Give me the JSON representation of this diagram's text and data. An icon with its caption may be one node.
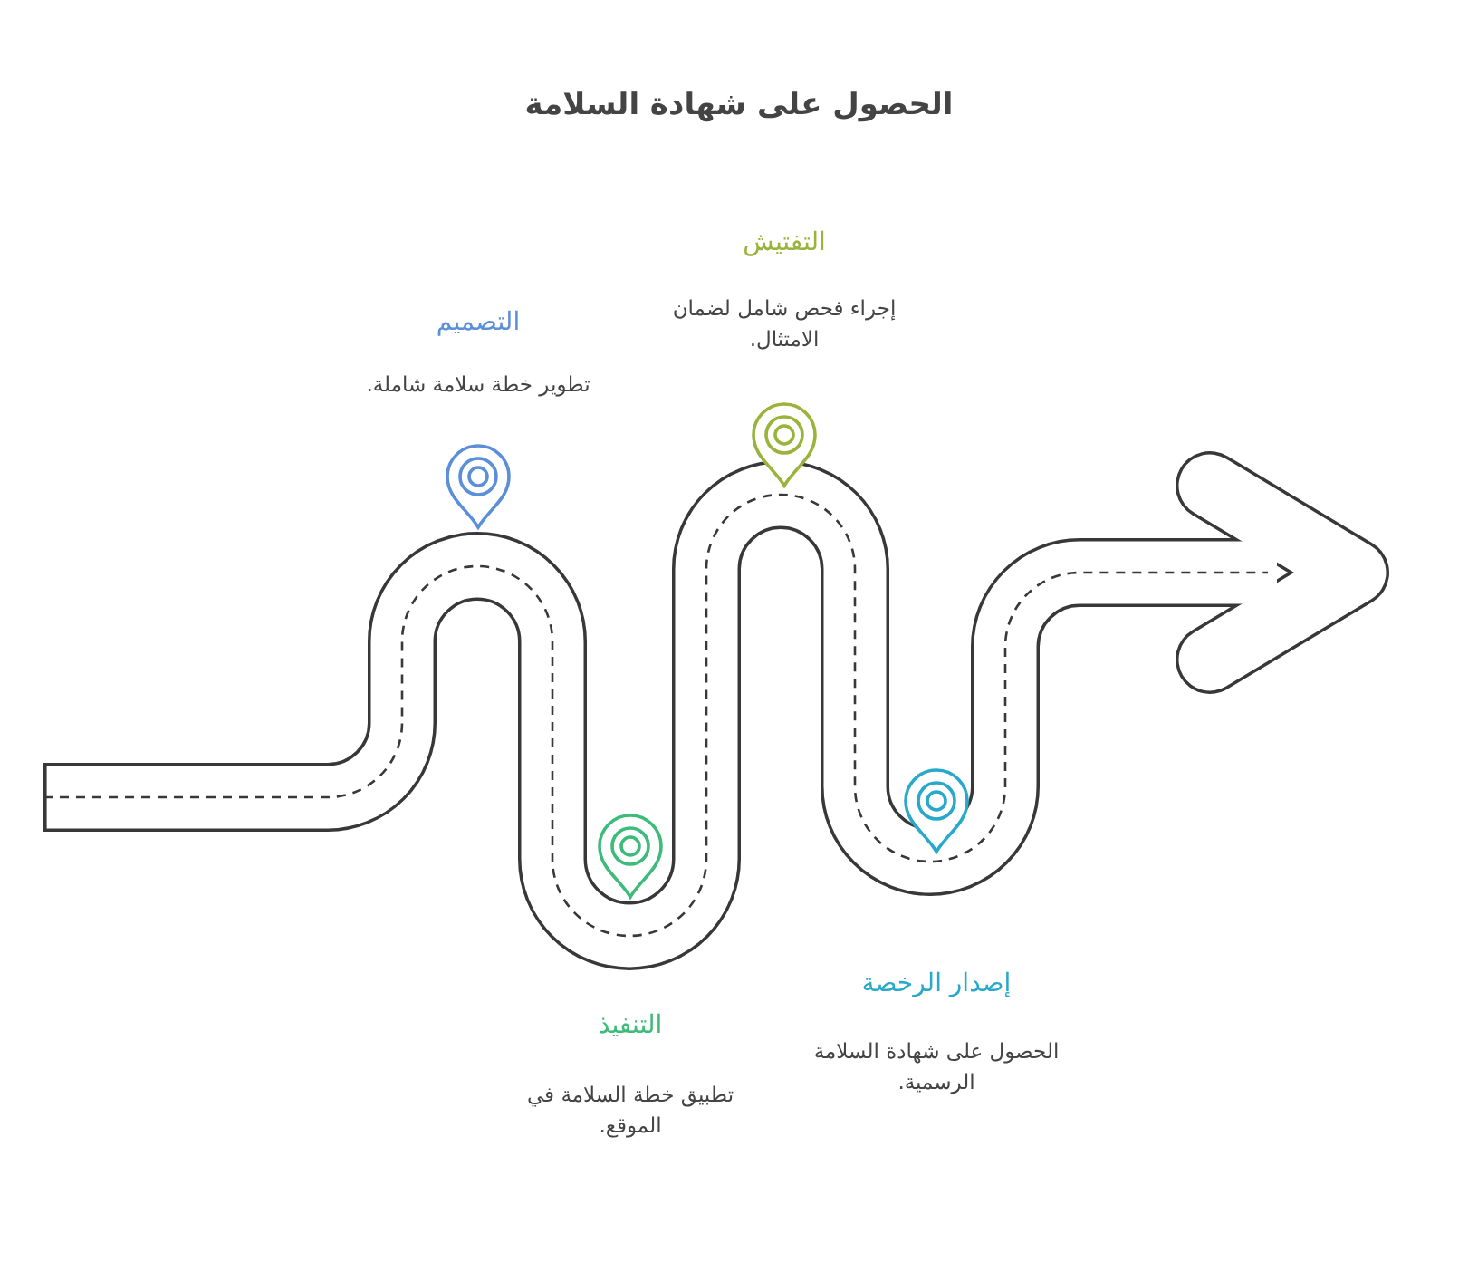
{
  "diagram": {
    "title": "الحصول على شهادة السلامة",
    "labels": [
      "التفتيش",
      "إجراء فحص شامل لضمان الامتثال.",
      "التصميم",
      "تطوير خطة سلامة شاملة.",
      "إصدار الرخصة",
      "الحصول على شهادة السلامة الرسمية.",
      "التنفيذ",
      "تطبيق خطة السلامة في الموقع."
    ]
  }
}
